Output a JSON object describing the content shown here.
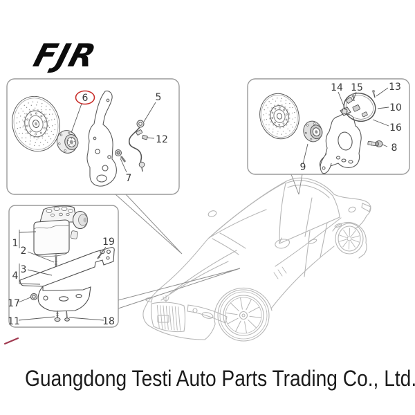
{
  "logo": {
    "text": "FJR"
  },
  "footer": {
    "company_name": "Guangdong Testi Auto Parts Trading Co., Ltd."
  },
  "colors": {
    "highlight_red": "#c9302c",
    "accent_mark_red": "#a03a50",
    "diagram_line": "#4f4f4f",
    "vehicle_line": "#b6b6b6",
    "panel_border": "#9a9a9a",
    "footer_text": "#1c1c1c"
  },
  "panels": {
    "front_brake": {
      "description": "front brake disc, wheel hub and ABS sensor exploded view",
      "highlighted": "6",
      "callouts": {
        "c6": "6",
        "c5": "5",
        "c12": "12",
        "c7": "7"
      }
    },
    "rear_brake": {
      "description": "rear brake disc, hub and sensor exploded view",
      "callouts": {
        "c14": "14",
        "c15": "15",
        "c13": "13",
        "c10": "10",
        "c16": "16",
        "c8": "8",
        "c9": "9"
      }
    },
    "abs_module": {
      "description": "ABS hydraulic unit and mounting bracket exploded view",
      "callouts": {
        "c1": "1",
        "c2": "2",
        "c3": "3",
        "c4": "4",
        "c19": "19",
        "c17": "17",
        "c11": "11",
        "c18": "18"
      }
    }
  }
}
